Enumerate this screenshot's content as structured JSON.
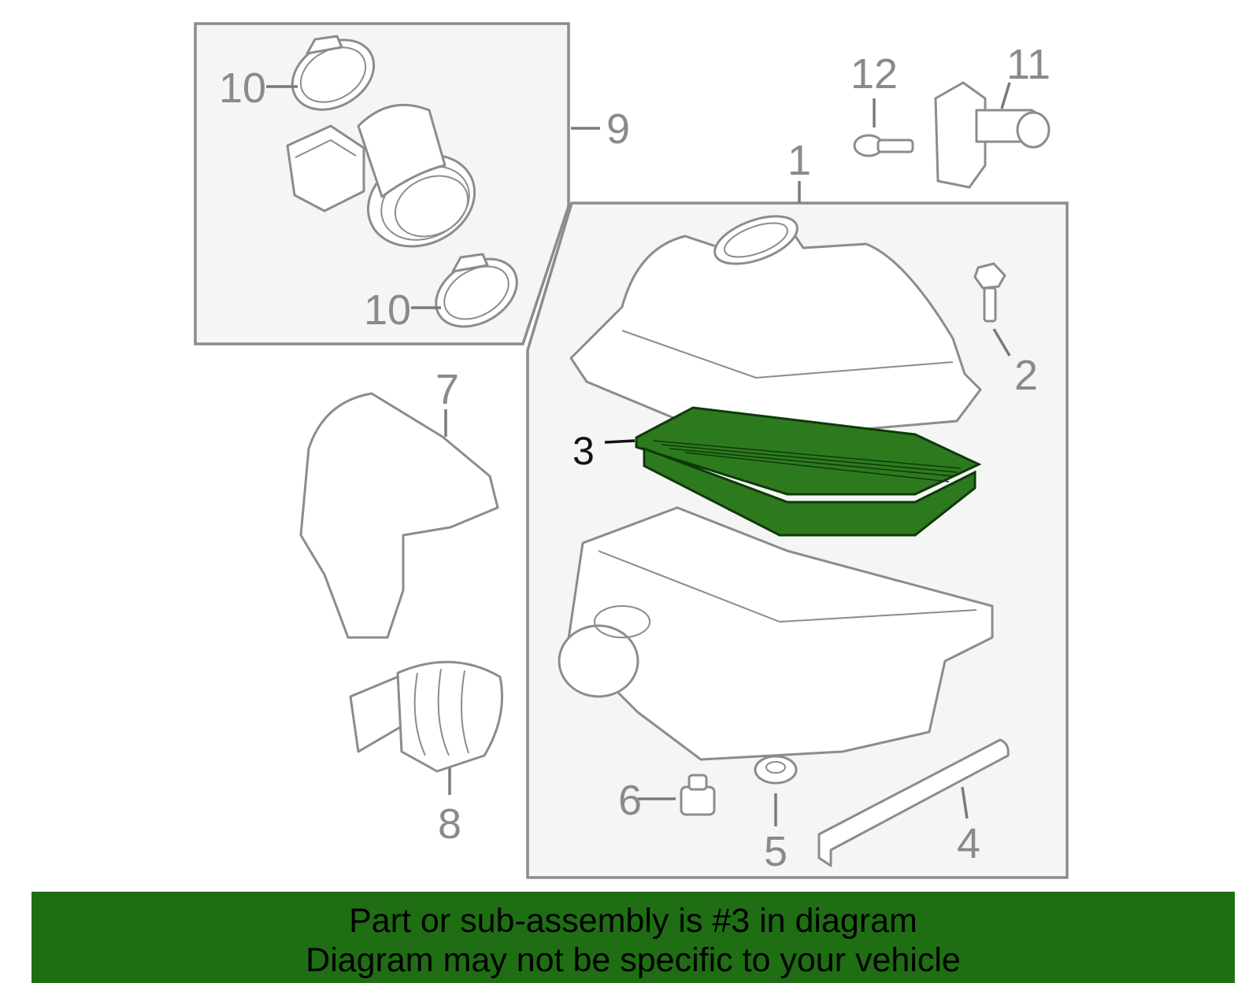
{
  "diagram": {
    "title": "Air cleaner assembly exploded parts diagram",
    "callouts": {
      "c1": "1",
      "c2": "2",
      "c3": "3",
      "c4": "4",
      "c5": "5",
      "c6": "6",
      "c7": "7",
      "c8": "8",
      "c9": "9",
      "c10a": "10",
      "c10b": "10",
      "c11": "11",
      "c12": "12"
    },
    "highlighted_part": "3",
    "colors": {
      "highlight": "#1f6e14",
      "line": "#8c8c8c",
      "box_fill": "#f5f5f5"
    }
  },
  "banner": {
    "line1": "Part or sub-assembly is #3 in diagram",
    "line2": "Diagram may not be specific to your vehicle"
  }
}
